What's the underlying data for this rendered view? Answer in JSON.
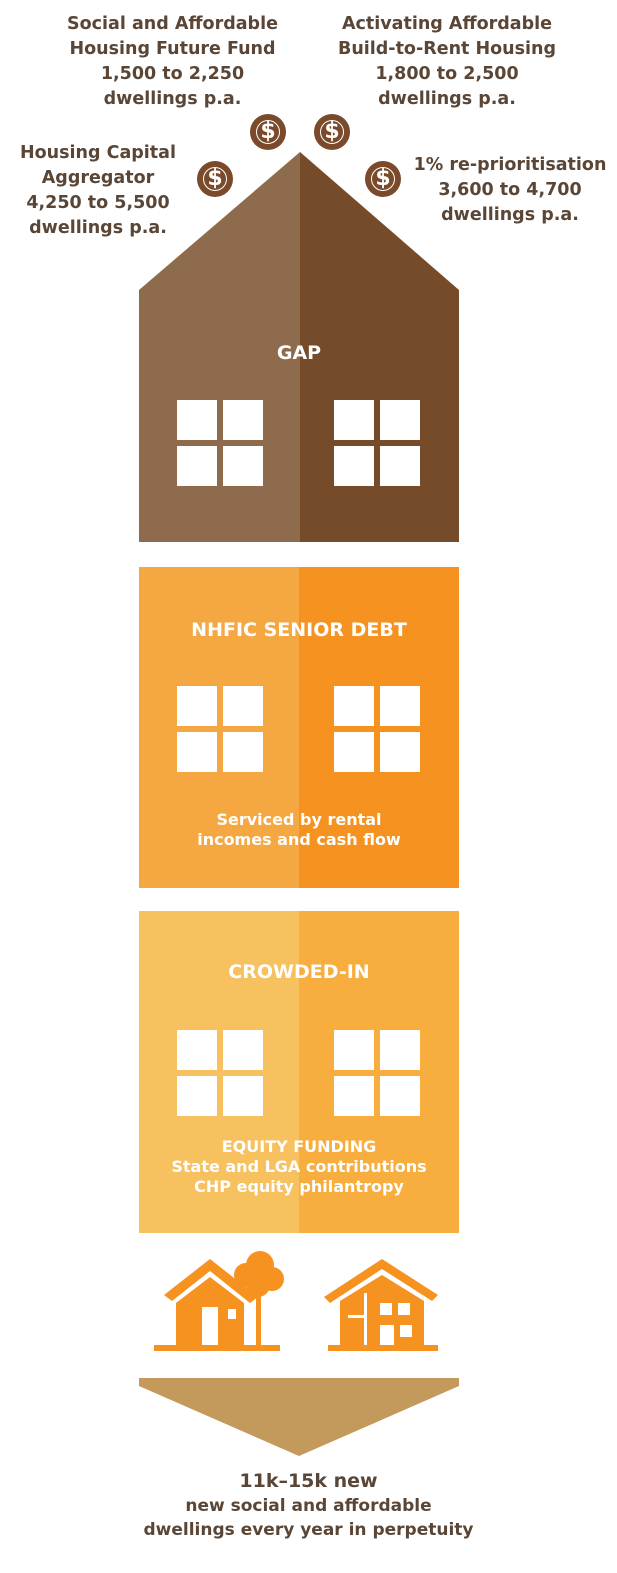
{
  "labels": {
    "future_fund": [
      "Social and Affordable",
      "Housing Future Fund",
      "1,500 to 2,250",
      "dwellings p.a."
    ],
    "build_to_rent": [
      "Activating Affordable",
      "Build-to-Rent Housing",
      "1,800 to 2,500",
      "dwellings p.a."
    ],
    "aggregator": [
      "Housing Capital",
      "Aggregator",
      "4,250 to 5,500",
      "dwellings p.a."
    ],
    "reprioritisation": [
      "1% re-prioritisation",
      "3,600 to 4,700",
      "dwellings p.a."
    ]
  },
  "coin_symbol": "$",
  "gap": {
    "title": "GAP"
  },
  "senior_debt": {
    "title": "NHFIC SENIOR DEBT",
    "caption": [
      "Serviced by rental",
      "incomes and cash flow"
    ]
  },
  "crowded_in": {
    "title": "CROWDED-IN",
    "caption": [
      "EQUITY FUNDING",
      "State and LGA contributions",
      "CHP equity philantropy"
    ]
  },
  "result": {
    "headline": "11k–15k new",
    "lines": [
      "new social and affordable",
      "dwellings every year in perpetuity"
    ]
  },
  "colors": {
    "gap_left": "#8f6b4d",
    "gap_right": "#754b29",
    "debt_left": "#f5a742",
    "debt_right": "#f59220",
    "crowd_left": "#f8c160",
    "crowd_right": "#f7ae3f",
    "houses": "#f59220",
    "arrow": "#c49a5c",
    "coin": "#7a4a2a",
    "text": "#5a4636"
  }
}
